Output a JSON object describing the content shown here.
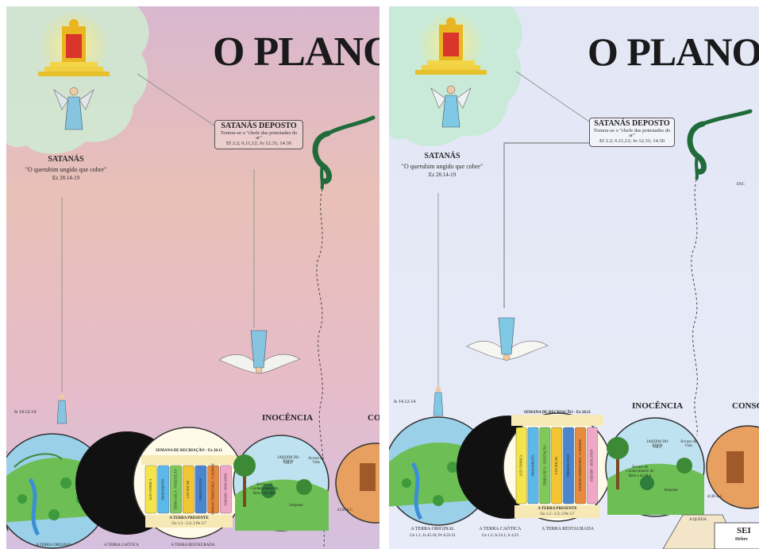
{
  "left": {
    "title": "O PLANO D",
    "satan_name": "SATANÁS",
    "satan_sub": "\"O querubim ungido que cobre\"",
    "satan_ref": "Ez 28.14-19",
    "deposed_title": "SATANÁS DEPOSTO",
    "deposed_text": "Tornou-se o \"chefe das potestades do ar\"",
    "deposed_refs": "Ef 2.2; 6.11,12; Jo 12.31; 14.30",
    "isa_ref": "Is 14.12-14",
    "innocence": "INOCÊNCIA",
    "cons": "CONS",
    "earth_labels": [
      "A TERRA ORIGINAL",
      "A TERRA CAÓTICA",
      "A TERRA RESTAURADA"
    ]
  },
  "right": {
    "title": "O PLANO D",
    "satan_name": "SATANÁS",
    "satan_sub": "\"O querubim ungido que cobre\"",
    "satan_ref": "Ez 28.14-19",
    "deposed_title": "SATANÁS DEPOSTO",
    "deposed_text": "Tornou-se o \"chefe das potestades do ar\"",
    "deposed_refs": "Ef 2.2; 6.11,12; Jo 12.31; 14.30",
    "isa_ref": "Is 14.12-14",
    "innocence": "INOCÊNCIA",
    "cons": "CONSC",
    "earth_labels": [
      "A TERRA ORIGINAL",
      "A TERRA CAÓTICA",
      "A TERRA RESTAURADA"
    ],
    "earth_refs": [
      "Gn 1.1; Jo 45.18; Pv 8.22-31",
      "Gn 1.2; Is 24.1; Jr 4.23"
    ],
    "fall_label": "A QUEDA",
    "sei": "SEI",
    "hebr": "Hebre",
    "enc": "ENC"
  },
  "recreation": {
    "week": "SEMANA DE RECRIAÇÃO - Ex 20.11",
    "days": [
      "LUZ CÓSMICA",
      "FIRMAMENTO",
      "TERRA SECA - VEGETAÇÃO",
      "LUZ SOLAR",
      "PEIXES E AVES",
      "ANIMAIS TERRESTRES - O HOMEM",
      "SÁBADO - DESCANSO"
    ],
    "present": "A TERRA PRESENTE",
    "present_refs": "Gn 1.3 - 2.3; 2 Pe 3.7"
  },
  "eden": {
    "garden": "JARDIM DO ÉDEN",
    "garden_ref": "Gn 2",
    "tree_life": "Árvore da Vida",
    "tree_knowledge": "Árvore do Conhecimento do Bem e do Mal",
    "serpent": "Serpente",
    "year": "4138 A.C."
  },
  "colors": {
    "days": [
      "#f4e64a",
      "#5cb8e8",
      "#7fc95a",
      "#f2c633",
      "#4a86d0",
      "#e88a3c",
      "#f0a8c8"
    ],
    "left_bg_top": "#e7c6c8",
    "right_bg": "#e5e9f7",
    "cloud": "#c9ead9",
    "serpent": "#1f6b3a",
    "angel": "#7fc9e4"
  }
}
